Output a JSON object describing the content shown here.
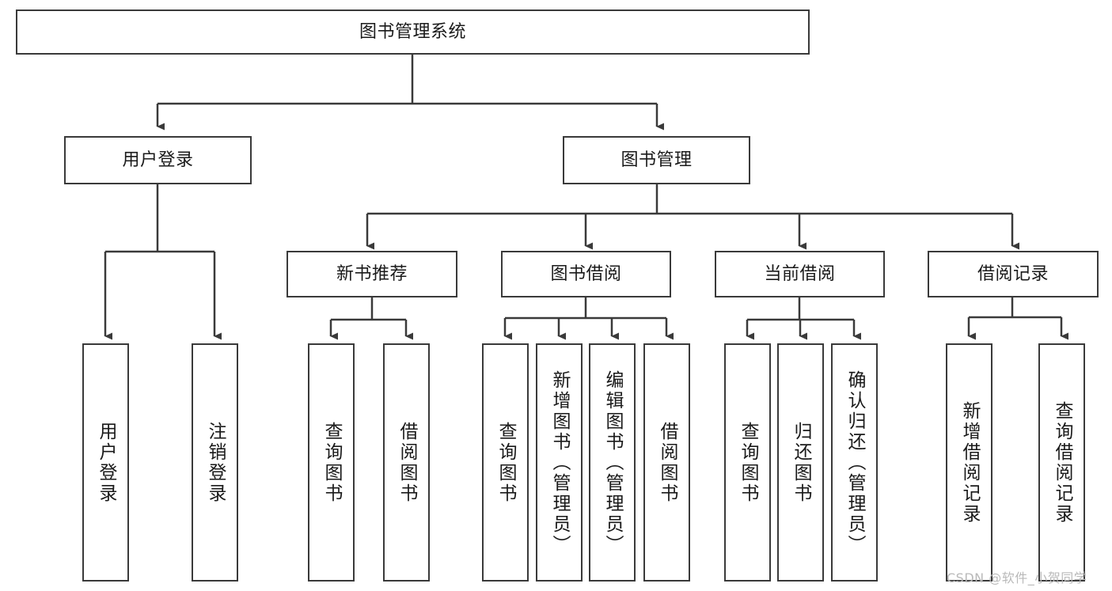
{
  "diagram": {
    "type": "tree",
    "title": "图书管理系统",
    "orientation": "top-down",
    "line_color": "#3a3a3a",
    "box_fill": "#ffffff",
    "text_color": "#1a1a1a",
    "nodes": {
      "root": {
        "label": "图书管理系统"
      },
      "level2": [
        {
          "label": "用户登录"
        },
        {
          "label": "图书管理"
        }
      ],
      "level3": [
        {
          "label": "新书推荐"
        },
        {
          "label": "图书借阅"
        },
        {
          "label": "当前借阅"
        },
        {
          "label": "借阅记录"
        }
      ],
      "leaves": {
        "user_login": [
          {
            "label": "用户登录"
          },
          {
            "label": "注销登录"
          }
        ],
        "new_book_recommend": [
          {
            "label": "查询图书"
          },
          {
            "label": "借阅图书"
          }
        ],
        "book_borrow": [
          {
            "label": "查询图书"
          },
          {
            "label": "新增图书（管理员）"
          },
          {
            "label": "编辑图书（管理员）"
          },
          {
            "label": "借阅图书"
          }
        ],
        "current_borrow": [
          {
            "label": "查询图书"
          },
          {
            "label": "归还图书"
          },
          {
            "label": "确认归还（管理员）"
          }
        ],
        "borrow_record": [
          {
            "label": "新增借阅记录"
          },
          {
            "label": "查询借阅记录"
          }
        ]
      }
    }
  },
  "watermark": {
    "text": "CSDN @软件_小贺同学"
  }
}
